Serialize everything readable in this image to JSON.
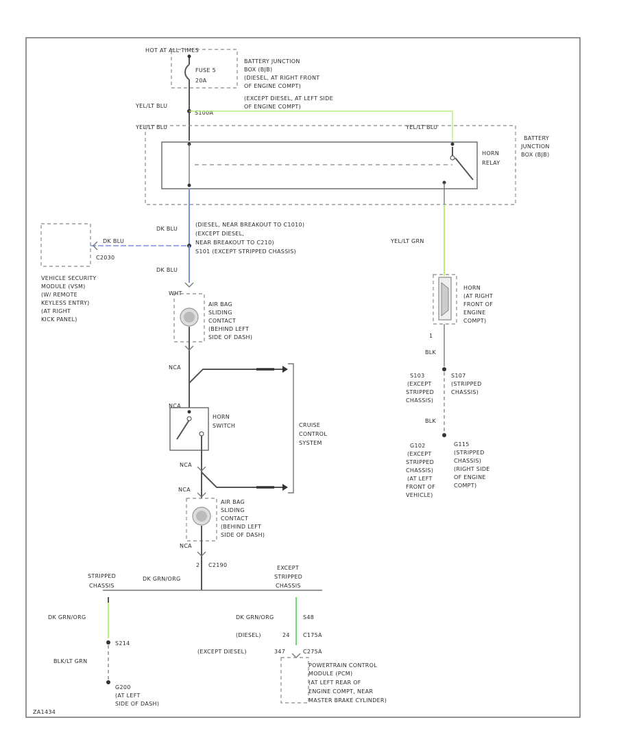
{
  "colors": {
    "frame": "#666666",
    "wire_black": "#555555",
    "wire_yellow_green": "#b6f07a",
    "wire_blue": "#7a8fe0",
    "wire_green": "#6fdc6f"
  },
  "labels": {
    "hot_at_all_times": "HOT AT ALL TIMES",
    "fuse": "FUSE 5",
    "fuse_amps": "20A",
    "bjb_1": "BATTERY JUNCTION",
    "bjb_2": "BOX (BJB)",
    "bjb_3": "(DIESEL, AT RIGHT FRONT",
    "bjb_4": "OF ENGINE COMPT)",
    "bjb_5": "(EXCEPT DIESEL, AT LEFT SIDE",
    "bjb_6": "OF ENGINE COMPT)",
    "yel_lt_blu_1": "YEL/LT BLU",
    "splice_s100a": "S100A",
    "yel_lt_blu_2": "YEL/LT BLU",
    "yel_lt_blu_3": "YEL/LT BLU",
    "bjb_right_1": "BATTERY",
    "bjb_right_2": "JUNCTION",
    "bjb_right_3": "BOX (BJB)",
    "horn_relay_1": "HORN",
    "horn_relay_2": "RELAY",
    "dk_blu_1": "DK BLU",
    "dk_blu_note_1": "(DIESEL, NEAR BREAKOUT TO C1010)",
    "dk_blu_note_2": "(EXCEPT DIESEL,",
    "dk_blu_note_3": "NEAR BREAKOUT TO C210)",
    "dk_blu_note_4": "S101  (EXCEPT STRIPPED CHASSIS)",
    "dk_blu_2": "DK BLU",
    "c2030": "C2030",
    "dk_blu_3": "DK BLU",
    "vsm_1": "VEHICLE SECURITY",
    "vsm_2": "MODULE (VSM)",
    "vsm_3": "(W/ REMOTE",
    "vsm_4": "KEYLESS ENTRY)",
    "vsm_5": "(AT RIGHT",
    "vsm_6": "KICK PANEL)",
    "yel_lt_grn": "YEL/LT GRN",
    "horn_1": "HORN",
    "horn_2": "(AT RIGHT",
    "horn_3": "FRONT OF",
    "horn_4": "ENGINE",
    "horn_5": "COMPT)",
    "horn_pin": "1",
    "blk_1": "BLK",
    "blk_2": "BLK",
    "s103_1": "S103",
    "s103_2": "(EXCEPT",
    "s103_3": "STRIPPED",
    "s103_4": "CHASSIS)",
    "s107_1": "S107",
    "s107_2": "(STRIPPED",
    "s107_3": "CHASSIS)",
    "g102_1": "G102",
    "g102_2": "(EXCEPT",
    "g102_3": "STRIPPED",
    "g102_4": "CHASSIS)",
    "g102_5": "(AT LEFT",
    "g102_6": "FRONT OF",
    "g102_7": "VEHICLE)",
    "g115_1": "G115",
    "g115_2": "(STRIPPED",
    "g115_3": "CHASSIS)",
    "g115_4": "(RIGHT SIDE",
    "g115_5": "OF ENGINE",
    "g115_6": "COMPT)",
    "wht_1": "WHT",
    "ab1_1": "AIR BAG",
    "ab1_2": "SLIDING",
    "ab1_3": "CONTACT",
    "ab1_4": "(BEHIND LEFT",
    "ab1_5": "SIDE OF DASH)",
    "nca_1": "NCA",
    "nca_2": "NCA",
    "horn_switch_1": "HORN",
    "horn_switch_2": "SWITCH",
    "cruise_1": "CRUISE",
    "cruise_2": "CONTROL",
    "cruise_3": "SYSTEM",
    "nca_3": "NCA",
    "nca_4": "NCA",
    "ab2_1": "AIR BAG",
    "ab2_2": "SLIDING",
    "ab2_3": "CONTACT",
    "ab2_4": "(BEHIND LEFT",
    "ab2_5": "SIDE OF DASH)",
    "nca_5": "NCA",
    "pin_2": "2",
    "c2190": "C2190",
    "stripped_1": "STRIPPED",
    "stripped_2": "CHASSIS",
    "dk_grn_org_1": "DK GRN/ORG",
    "except_1": "EXCEPT",
    "except_2": "STRIPPED",
    "except_3": "CHASSIS",
    "dk_grn_org_2": "DK GRN/ORG",
    "dk_grn_org_3": "DK GRN/ORG",
    "pin_s48": "S48",
    "diesel": "(DIESEL)",
    "pin_24": "24",
    "c175a": "C175A",
    "except_diesel": "(EXCEPT DIESEL)",
    "pin_347": "347",
    "c275a": "C275A",
    "s214": "S214",
    "blk_lt_grn": "BLK/LT GRN",
    "g200_1": "G200",
    "g200_2": "(AT LEFT",
    "g200_3": "SIDE OF DASH)",
    "pcm_1": "POWERTRAIN CONTROL",
    "pcm_2": "MODULE (PCM)",
    "pcm_3": "(AT LEFT REAR OF",
    "pcm_4": "ENGINE COMPT, NEAR",
    "pcm_5": "MASTER BRAKE CYLINDER)",
    "fig_id": "ZA1434"
  }
}
